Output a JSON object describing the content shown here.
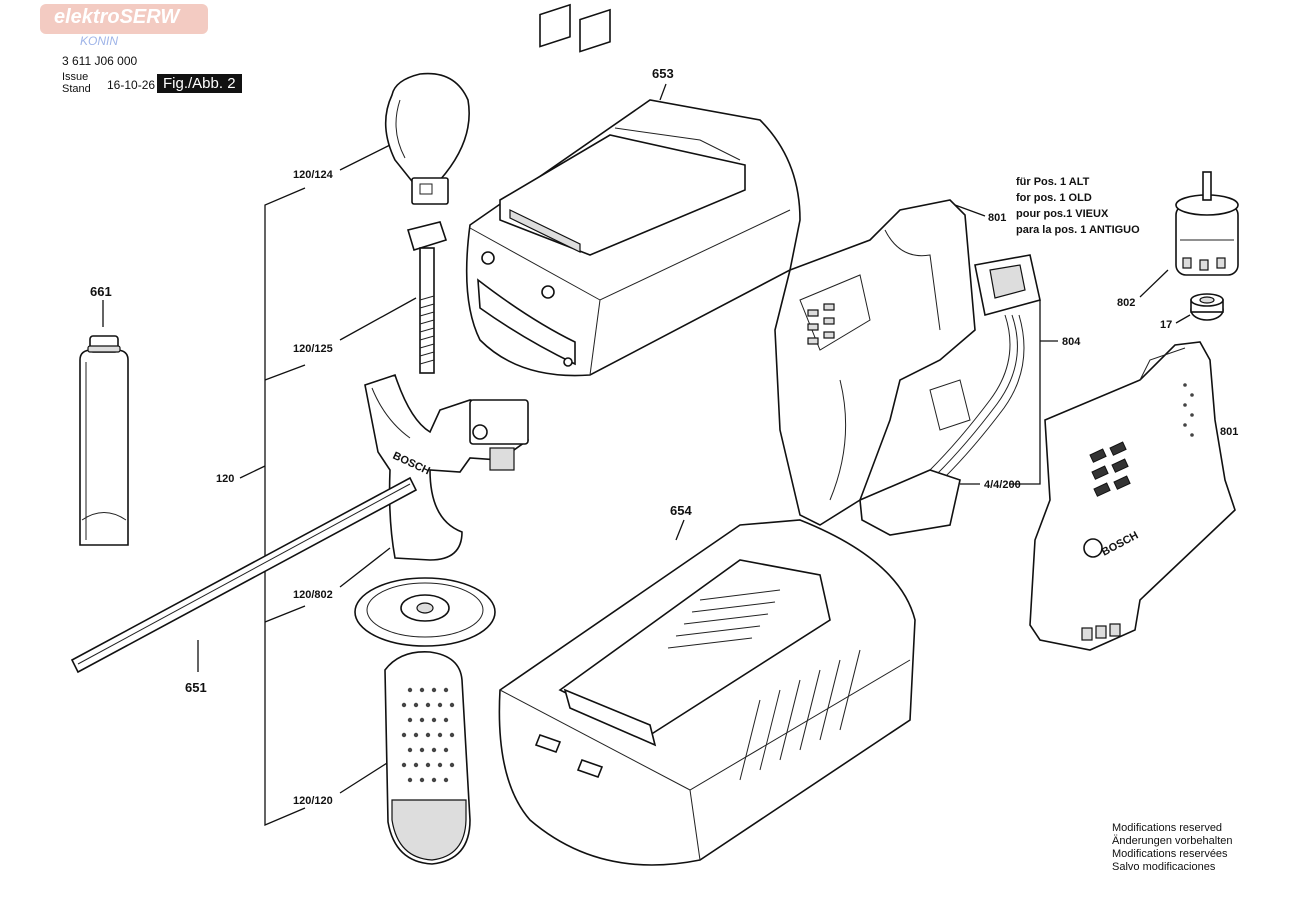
{
  "header": {
    "logo_text": "elektroSERW",
    "logo_sub": "KONIN",
    "part_number": "3 611 J06 000",
    "issue_label_1": "Issue",
    "issue_label_2": "Stand",
    "issue_date": "16-10-26",
    "figure_label": "Fig./Abb. 2"
  },
  "labels": {
    "p653": "653",
    "p661": "661",
    "p651": "651",
    "p654": "654",
    "p120": "120",
    "p120_124": "120/124",
    "p120_125": "120/125",
    "p120_802": "120/802",
    "p120_120": "120/120",
    "p801a": "801",
    "p801b": "801",
    "p802": "802",
    "p17": "17",
    "p804": "804",
    "p4_4_200": "4/4/200"
  },
  "note": {
    "line1": "für Pos. 1 ALT",
    "line2": "for pos. 1 OLD",
    "line3": "pour pos.1 VIEUX",
    "line4": "para la pos. 1 ANTIGUO"
  },
  "footer": {
    "line1": "Modifications reserved",
    "line2": "Änderungen vorbehalten",
    "line3": "Modifications reservées",
    "line4": "Salvo modificaciones"
  },
  "brand_mark": "BOSCH"
}
